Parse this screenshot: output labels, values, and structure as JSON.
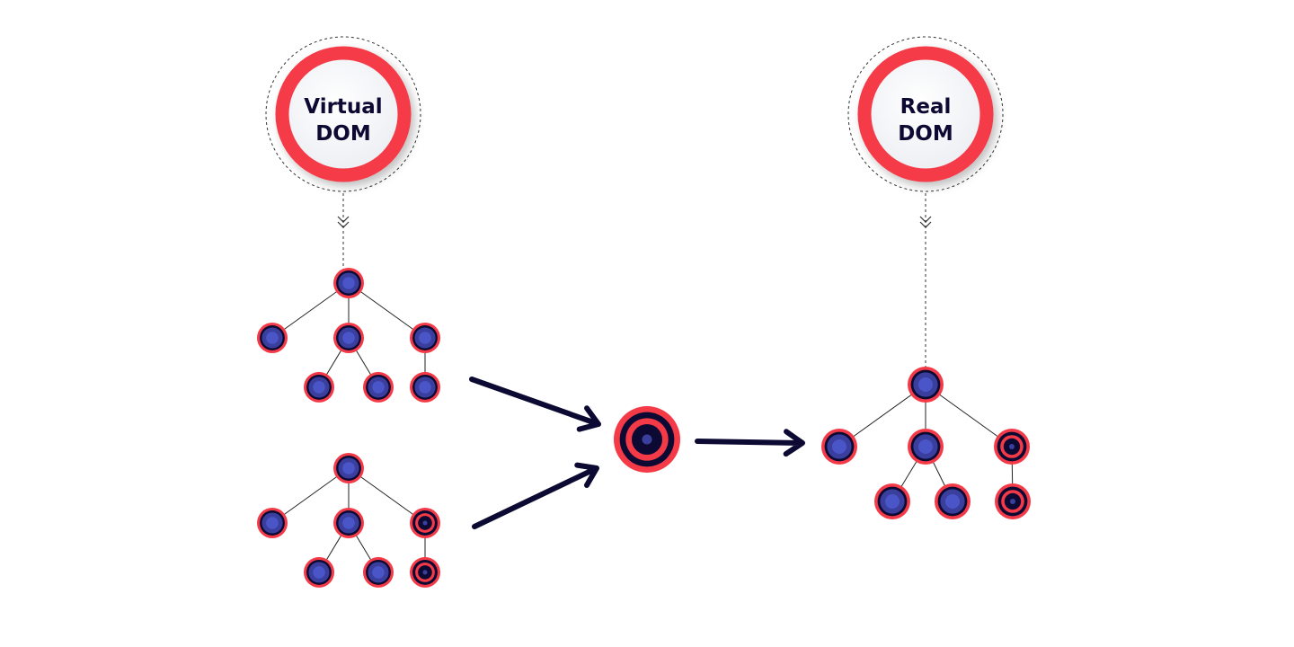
{
  "virtual_dom": {
    "line1": "Virtual",
    "line2": "DOM"
  },
  "real_dom": {
    "line1": "Real",
    "line2": "DOM"
  },
  "colors": {
    "red": "#f43a47",
    "navy": "#0c0a33",
    "node_blue": "#3a3f9e",
    "node_blue_light": "#4a55c8"
  }
}
